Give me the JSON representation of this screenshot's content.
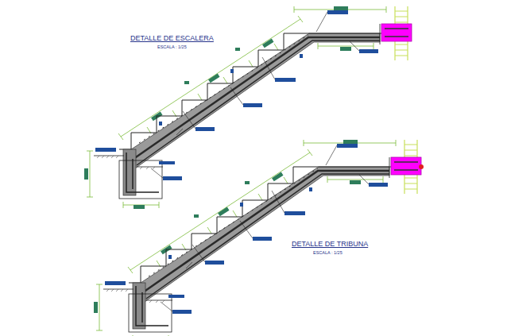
{
  "diagram": {
    "labels": [
      "DETALLE DE ESCALERA",
      "ESCALA : 1/25",
      "DETALLE DE TRIBUNA",
      "ESCALA : 1/25"
    ]
  }
}
